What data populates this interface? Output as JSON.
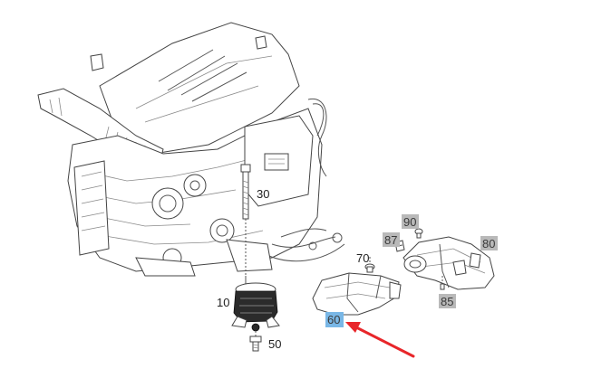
{
  "callouts": {
    "c10": "10",
    "c30": "30",
    "c50": "50",
    "c60": "60",
    "c70": "70",
    "c80": "80",
    "c85": "85",
    "c87": "87",
    "c90": "90"
  },
  "colors": {
    "badge_grey": "#b9b9b9",
    "badge_highlight": "#79b7e6",
    "arrow": "#e8262a"
  }
}
